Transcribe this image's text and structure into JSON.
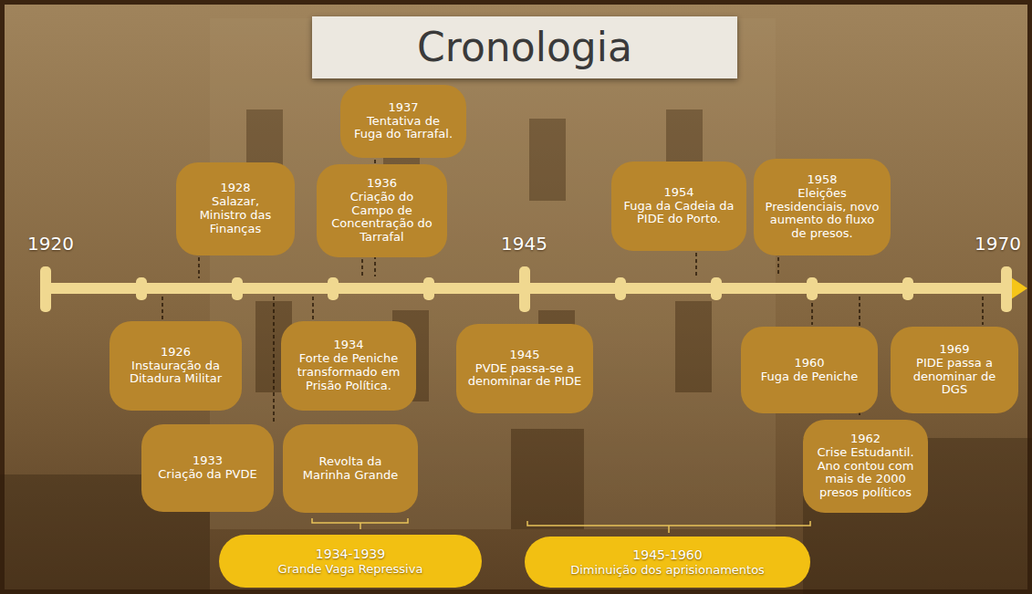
{
  "diagram": {
    "title": "Cronologia",
    "nodes": [
      {
        "text": [
          "1937",
          "Tentativa de Fuga do Tarrafal."
        ]
      },
      {
        "text": [
          "1928",
          "Salazar, Ministro das Finanças"
        ]
      },
      {
        "text": [
          "1936",
          "Criação do Campo de Concentração do Tarrafal"
        ]
      },
      {
        "text": [
          "1954",
          "Fuga da Cadeia da PIDE do Porto."
        ]
      },
      {
        "text": [
          "1958",
          "Eleições Presidenciais, novo aumento do fluxo de presos."
        ]
      },
      {
        "text": [
          "1926",
          "Instauração da Ditadura Militar"
        ]
      },
      {
        "text": [
          "1934",
          "Forte de Peniche transformado em Prisão Política."
        ]
      },
      {
        "text": [
          "1945",
          "PVDE passa-se a denominar de PIDE"
        ]
      },
      {
        "text": [
          "1960",
          "Fuga de Peniche"
        ]
      },
      {
        "text": [
          "1969",
          "PIDE passa a denominar de DGS"
        ]
      },
      {
        "text": [
          "1933",
          "Criação da PVDE"
        ]
      },
      {
        "text": [
          "Revolta da Marinha Grande"
        ]
      },
      {
        "text": [
          "1962",
          "Crise Estudantil. Ano contou com mais de 2000 presos políticos"
        ]
      },
      {
        "text": [
          "1934-1939",
          "Grande Vaga Repressiva"
        ]
      },
      {
        "text": [
          "1945-1960",
          "Diminuição dos aprisionamentos"
        ]
      }
    ],
    "labels": [
      "1920",
      "1945",
      "1970"
    ]
  }
}
